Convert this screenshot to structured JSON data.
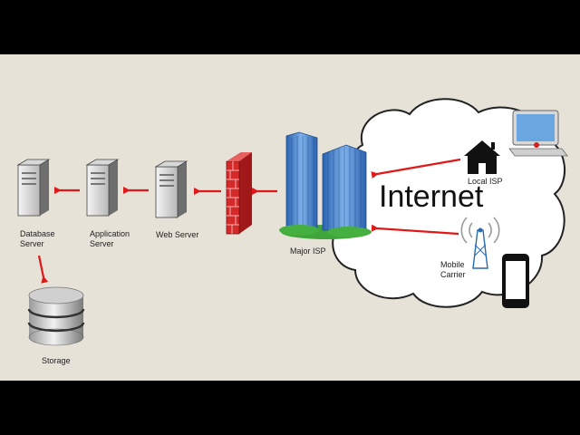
{
  "nodes": {
    "database_server": "Database\nServer",
    "application_server": "Application\nServer",
    "web_server": "Web  Server",
    "storage": "Storage",
    "major_isp": "Major ISP",
    "local_isp": "Local ISP",
    "mobile_carrier": "Mobile\nCarrier",
    "internet": "Internet"
  },
  "colors": {
    "background": "#e6e2d8",
    "letterbox": "#000000",
    "arrow": "#e01818",
    "firewall": "#d42a2a",
    "building": "#3a78c8",
    "cloud": "#ffffff"
  },
  "icons": [
    "server-icon",
    "database-icon",
    "firewall-icon",
    "building-icon",
    "house-icon",
    "cell-tower-icon",
    "desktop-computer-icon",
    "smartphone-icon",
    "cloud-icon"
  ]
}
